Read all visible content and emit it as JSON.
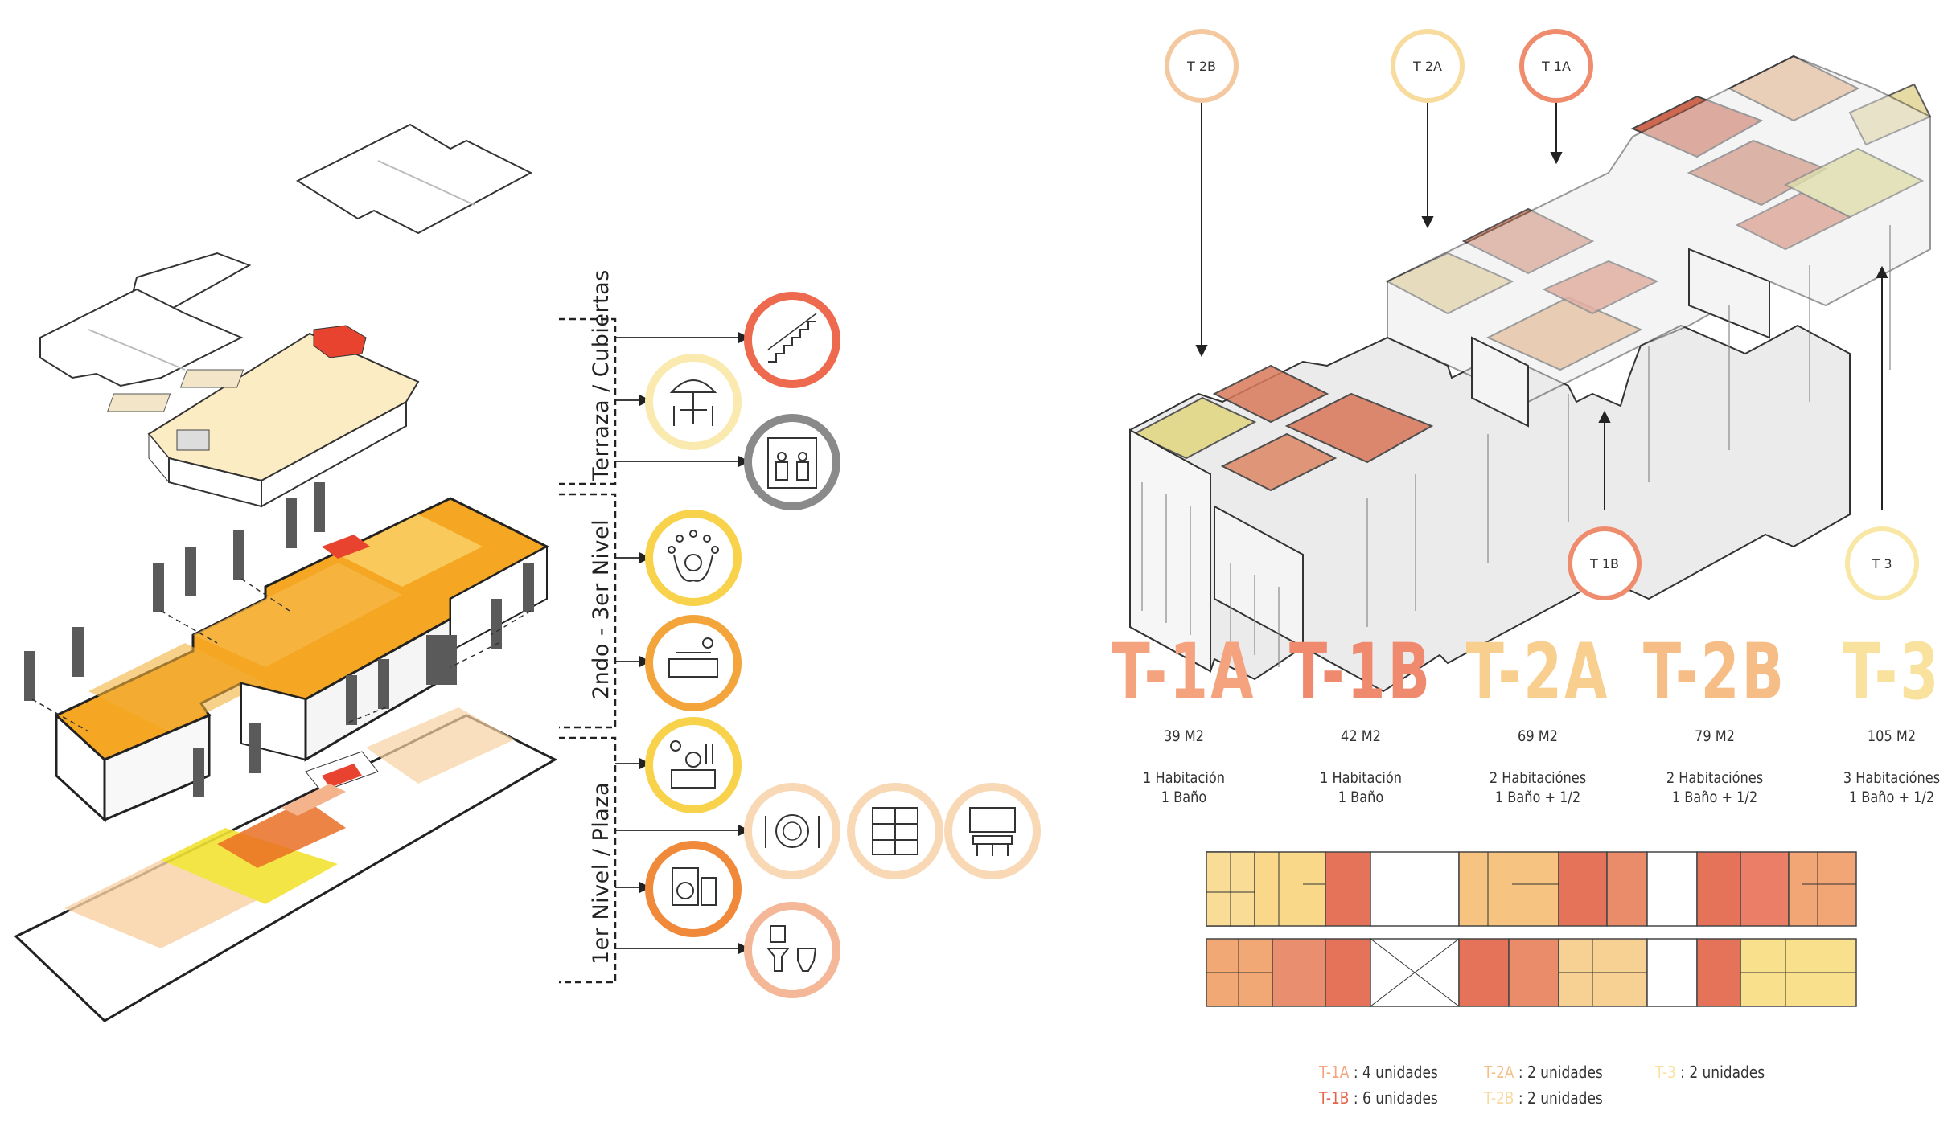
{
  "sections": {
    "roof": "Terraza / Cubiertas",
    "upper": "2ndo - 3er Nivel",
    "ground": "1er Nivel / Plaza"
  },
  "tags": {
    "t2b": "T 2B",
    "t2a": "T 2A",
    "t1a": "T 1A",
    "t1b": "T 1B",
    "t3": "T 3"
  },
  "types": [
    {
      "name": "T-1A",
      "area": "39 M2",
      "rooms": "1 Habitación",
      "bath": "1 Baño",
      "color": "#f4a37e"
    },
    {
      "name": "T-1B",
      "area": "42 M2",
      "rooms": "1 Habitación",
      "bath": "1 Baño",
      "color": "#ef8a6e"
    },
    {
      "name": "T-2A",
      "area": "69 M2",
      "rooms": "2 Habitaciónes",
      "bath": "1 Baño + 1/2",
      "color": "#f8cf8f"
    },
    {
      "name": "T-2B",
      "area": "79 M2",
      "rooms": "2 Habitaciónes",
      "bath": "1 Baño + 1/2",
      "color": "#f6be86"
    },
    {
      "name": "T-3",
      "area": "105 M2",
      "rooms": "3 Habitaciónes",
      "bath": "1 Baño + 1/2",
      "color": "#f9e29e"
    }
  ],
  "legend": {
    "t1a_code": "T-1A",
    "t1a_text": " : 4 unidades",
    "t1b_code": "T-1B",
    "t1b_text": " : 6 unidades",
    "t2a_code": "T-2A",
    "t2a_text": " : 2 unidades",
    "t2b_code": "T-2B",
    "t2b_text": " : 2 unidades",
    "t3_code": "T-3",
    "t3_text": " : 2 unidades"
  },
  "icons": [
    {
      "name": "stairs-icon",
      "ring": "#ee6a4f"
    },
    {
      "name": "terrace-umbrella-icon",
      "ring": "#faeab0"
    },
    {
      "name": "elevator-icon",
      "ring": "#8a8a8a"
    },
    {
      "name": "community-icon",
      "ring": "#f7d24a"
    },
    {
      "name": "lounge-icon",
      "ring": "#f3a43a"
    },
    {
      "name": "coworking-icon",
      "ring": "#f7d24a"
    },
    {
      "name": "dining-icon",
      "ring": "#f9d9b5"
    },
    {
      "name": "storage-icon",
      "ring": "#f9d9b5"
    },
    {
      "name": "meeting-room-icon",
      "ring": "#f9d9b5"
    },
    {
      "name": "laundry-icon",
      "ring": "#f08a3a"
    },
    {
      "name": "bathroom-icon",
      "ring": "#f4b898"
    }
  ]
}
